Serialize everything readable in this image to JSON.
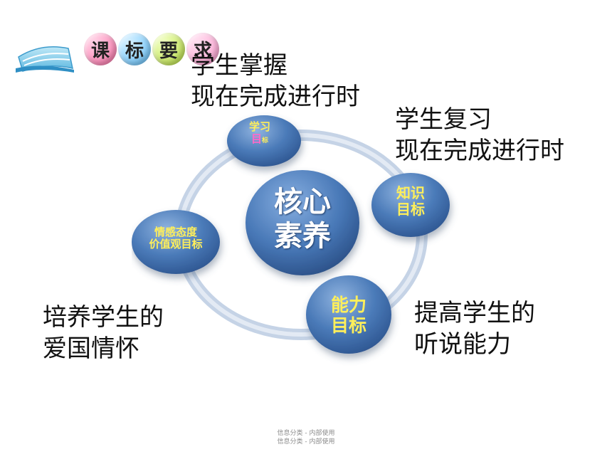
{
  "header": {
    "chars": [
      "课",
      "标",
      "要",
      "求"
    ],
    "colors": [
      "#ff6fa8",
      "#5fc2ff",
      "#c6ea4a",
      "#ff9ad0"
    ]
  },
  "annotations": {
    "top_left": {
      "line1": "学生掌握",
      "line2": "现在完成进行时"
    },
    "top_right": {
      "line1": "学生复习",
      "line2": "现在完成进行时"
    },
    "bottom_left": {
      "line1": "培养学生的",
      "line2": "爱国情怀"
    },
    "bottom_right": {
      "line1": "提高学生的",
      "line2": "听说能力"
    }
  },
  "diagram": {
    "center": {
      "line1": "核心",
      "line2": "素养"
    },
    "nodes": {
      "learning": {
        "line1": "学习",
        "line2a": "目",
        "line2b": "标"
      },
      "knowledge": {
        "line1": "知识",
        "line2": "目标"
      },
      "ability": {
        "line1": "能力",
        "line2": "目标"
      },
      "emotion": {
        "line1": "情感态度",
        "line2": "价值观目标"
      }
    },
    "colors": {
      "node": "#4a7ab8",
      "ring": "#c5d3e6",
      "label": "#ffef5a",
      "learning_pink": "#ff69c8"
    }
  },
  "footer": {
    "line1": "信息分类 - 内部使用",
    "line2": "信息分类 - 内部使用"
  }
}
